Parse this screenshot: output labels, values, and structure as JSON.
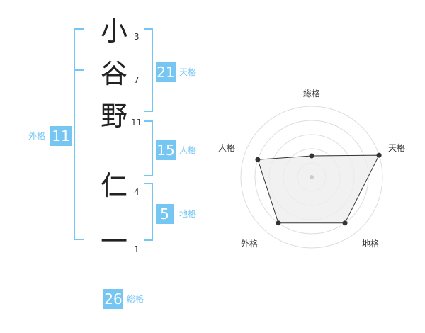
{
  "name": {
    "surname_chars": [
      "小",
      "谷",
      "野"
    ],
    "given_chars": [
      "仁",
      "一"
    ],
    "strokes": [
      "3",
      "7",
      "11",
      "4",
      "1"
    ]
  },
  "fortune": {
    "tenkaku": {
      "value": "21",
      "label": "天格"
    },
    "jinkaku": {
      "value": "15",
      "label": "人格"
    },
    "chikaku": {
      "value": "5",
      "label": "地格"
    },
    "gaikaku": {
      "value": "11",
      "label": "外格"
    },
    "soukaku": {
      "value": "26",
      "label": "総格"
    }
  },
  "radar": {
    "labels": [
      "総格",
      "天格",
      "地格",
      "外格",
      "人格"
    ],
    "levels": 5,
    "values": [
      0.3,
      1.0,
      0.8,
      0.8,
      0.8
    ],
    "colors": {
      "grid": "#dddddd",
      "fill": "#eeeeee",
      "line": "#333333",
      "point": "#333333",
      "center": "#cccccc"
    }
  }
}
